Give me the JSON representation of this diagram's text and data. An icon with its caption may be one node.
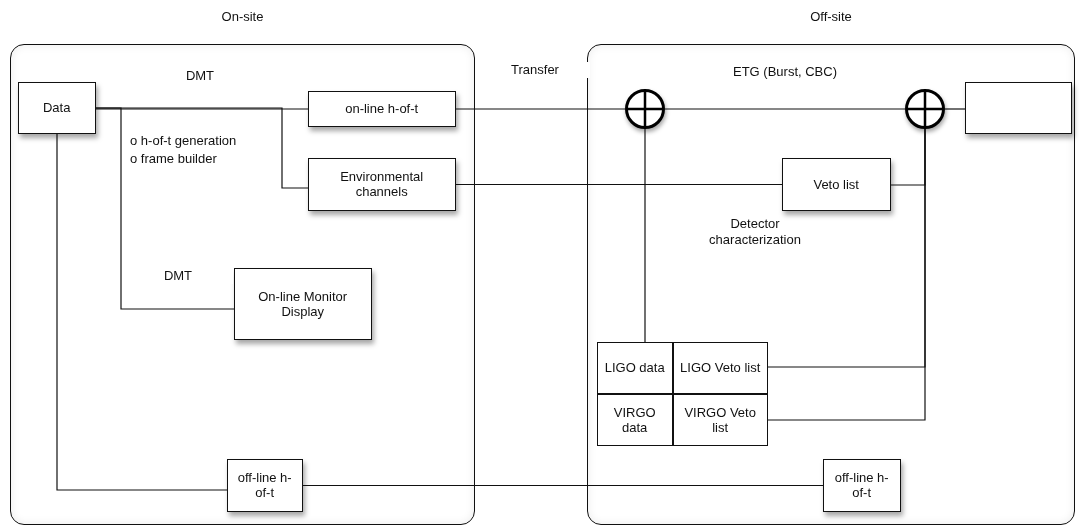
{
  "diagram": {
    "nodes": [
      {
        "text": [
          "On-site"
        ]
      },
      {
        "text": [
          "Off-site"
        ]
      },
      {
        "text": [
          "Data"
        ],
        "in": 0
      },
      {
        "text": [
          "on-line h-of-t"
        ],
        "in": 0
      },
      {
        "text": [
          "Environmental channels"
        ],
        "in": 0
      },
      {
        "text": [
          "On-line Monitor Display"
        ],
        "in": 0
      },
      {
        "text": [
          "off-line h-of-t"
        ],
        "in": 0
      },
      {
        "text": [],
        "shape": "circle",
        "in": 1
      },
      {
        "text": [],
        "shape": "circle",
        "in": 1
      },
      {
        "text": [],
        "shape": "box",
        "in": 1
      },
      {
        "text": [
          "Veto list"
        ],
        "in": 1
      },
      {
        "text": [
          "LIGO data"
        ],
        "in": 1
      },
      {
        "text": [
          "LIGO Veto list"
        ],
        "in": 1
      },
      {
        "text": [
          "VIRGO data"
        ],
        "in": 1
      },
      {
        "text": [
          "VIRGO Veto list"
        ],
        "in": 1
      },
      {
        "text": [
          "off-line h-of-t"
        ],
        "in": 1
      }
    ],
    "edges": [
      {
        "from": 2,
        "to": 3,
        "arrow": "none",
        "label": "DMT"
      },
      {
        "from": 2,
        "to": 4,
        "arrow": "none"
      },
      {
        "from": 2,
        "to": 5,
        "arrow": "none",
        "label": "DMT"
      },
      {
        "from": 2,
        "to": 6,
        "arrow": "none"
      },
      {
        "from": 3,
        "to": 7,
        "arrow": "none",
        "label": "Transfer"
      },
      {
        "from": 7,
        "to": 8,
        "arrow": "none",
        "label": "ETG (Burst, CBC)"
      },
      {
        "from": 8,
        "to": 9,
        "arrow": "none"
      },
      {
        "from": 4,
        "to": 10,
        "arrow": "none"
      },
      {
        "from": 8,
        "to": 10,
        "arrow": "none"
      },
      {
        "from": 8,
        "to": 12,
        "arrow": "none"
      },
      {
        "from": 8,
        "to": 14,
        "arrow": "none"
      },
      {
        "from": 7,
        "to": 11,
        "arrow": "none"
      },
      {
        "from": 6,
        "to": 15,
        "arrow": "none"
      }
    ],
    "labels": [
      "o h-of-t generation",
      "o frame builder",
      "Detector characterization"
    ]
  }
}
